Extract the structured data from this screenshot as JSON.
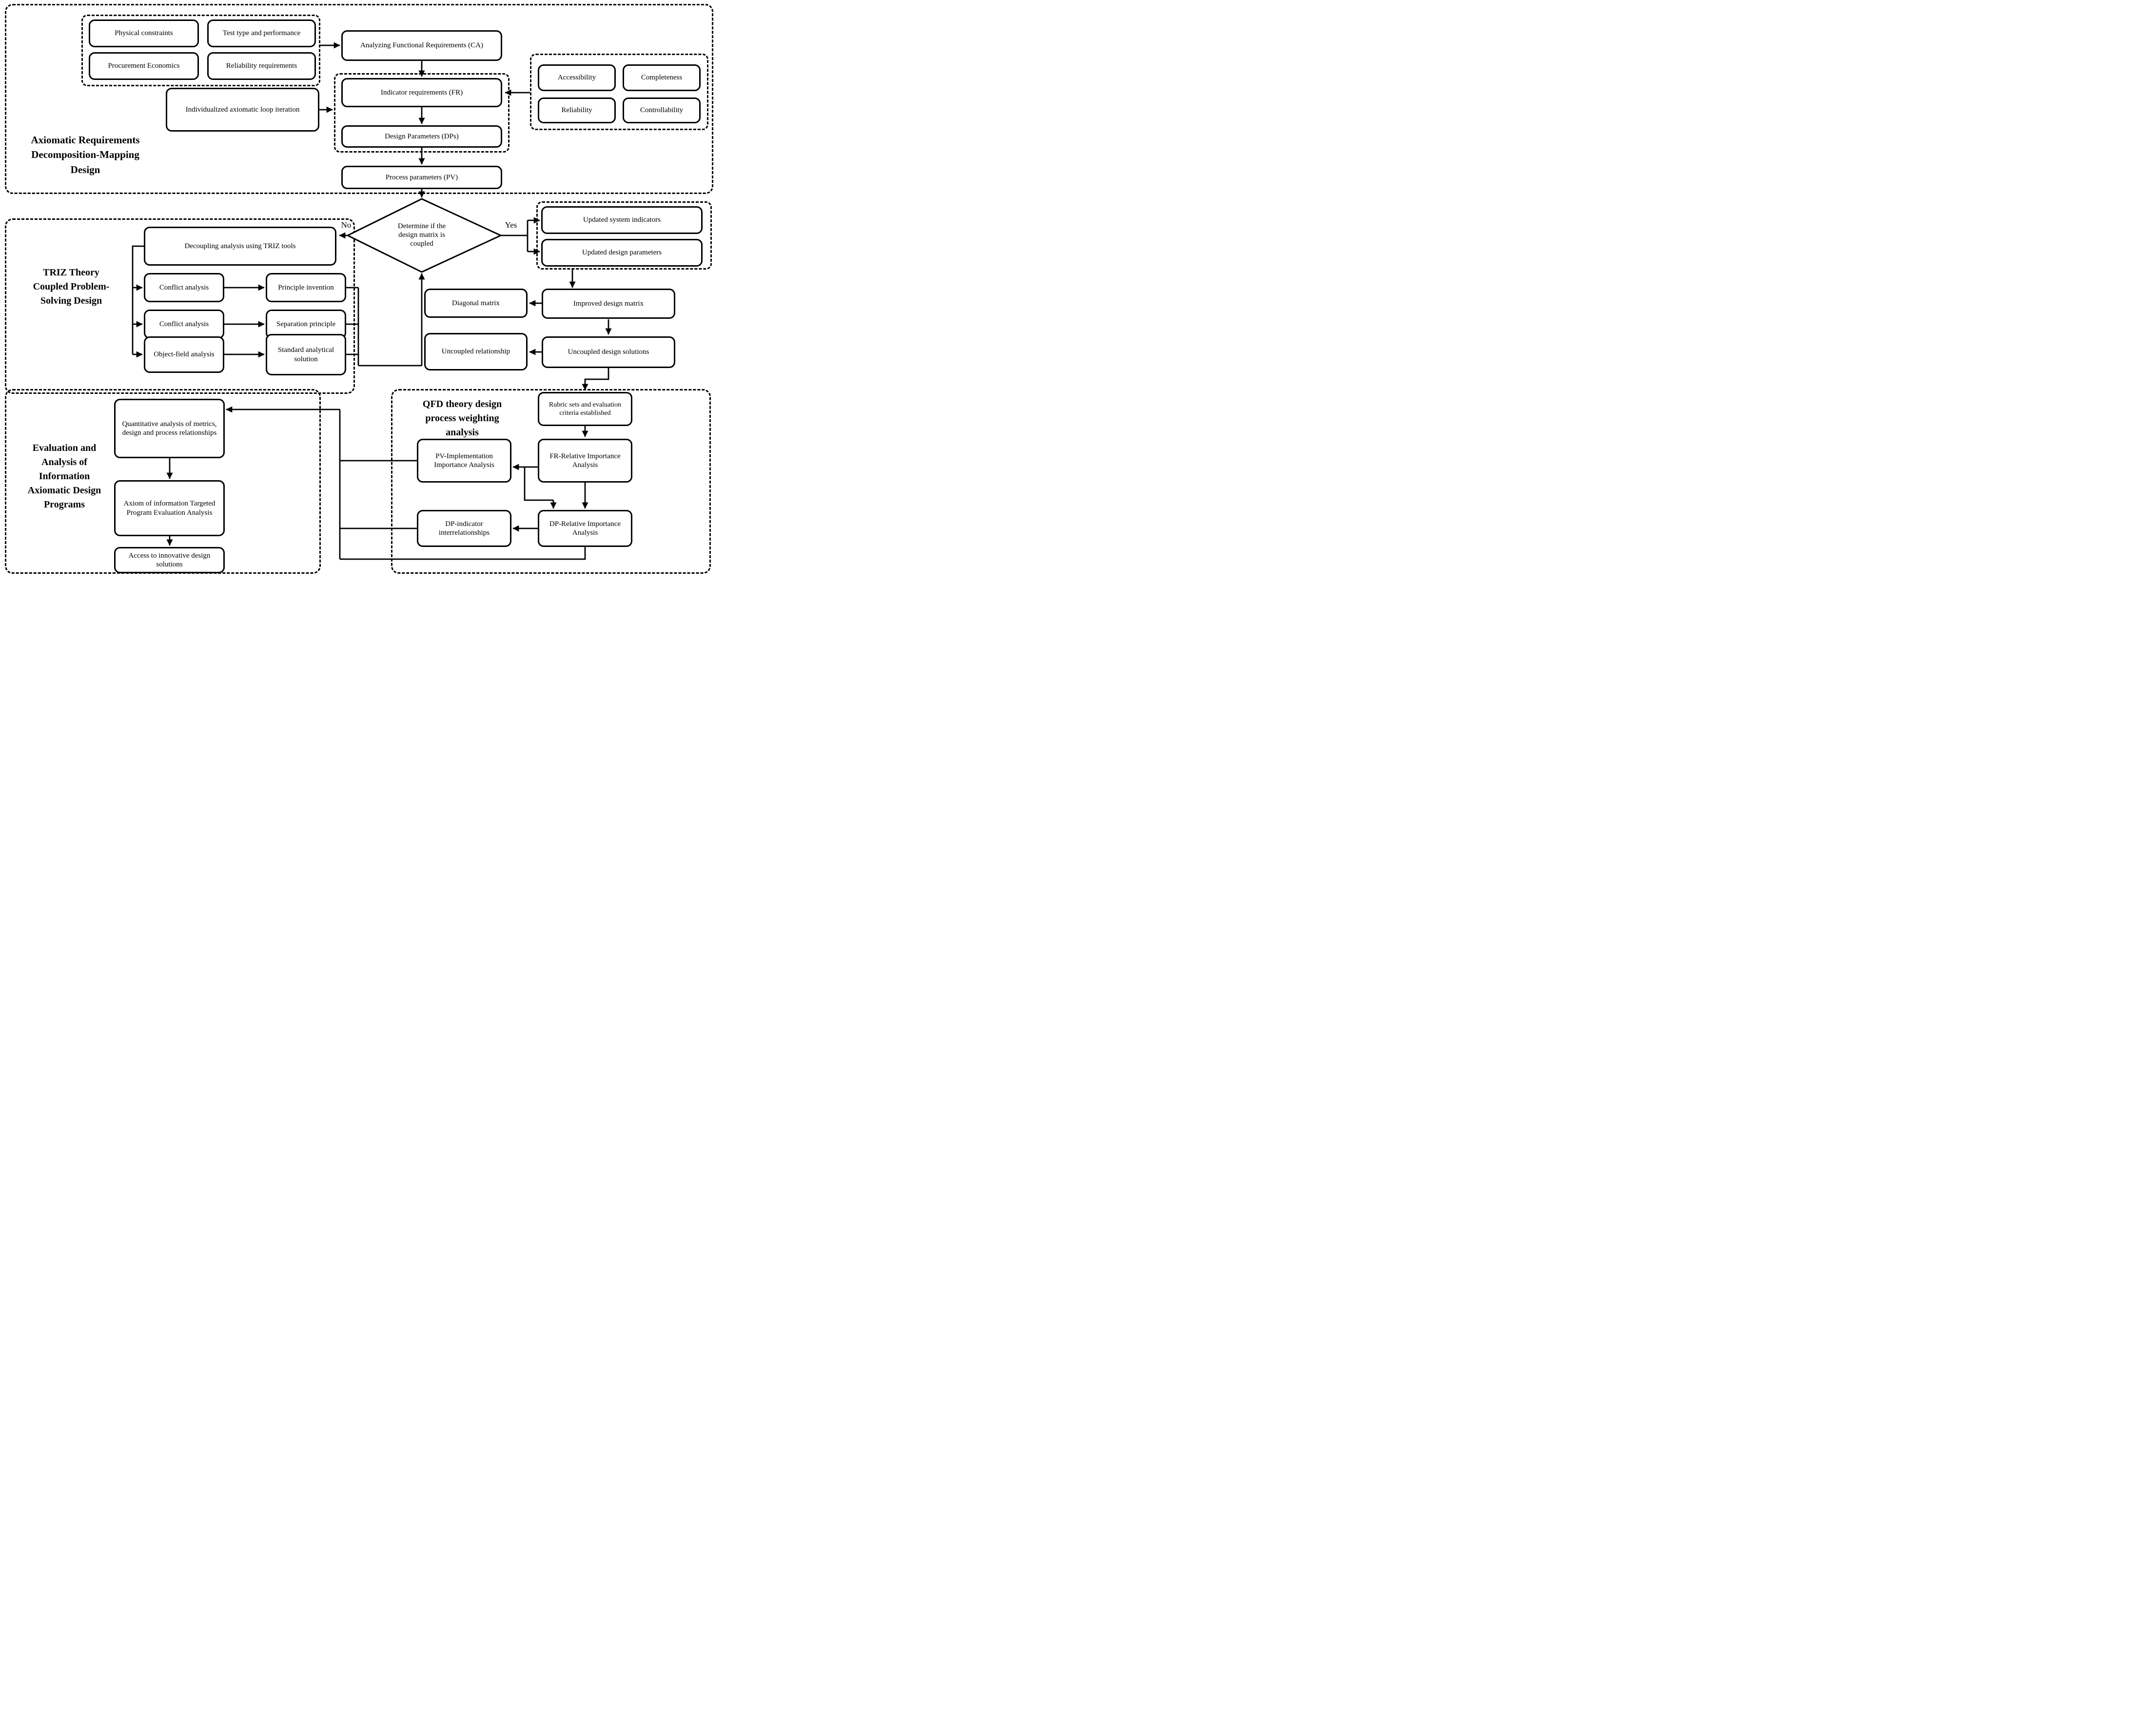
{
  "colors": {
    "ink": "#000000",
    "paper": "#ffffff"
  },
  "sections": {
    "axiomatic": {
      "label": "Axiomatic Requirements\nDecomposition-Mapping\nDesign"
    },
    "triz": {
      "label": "TRIZ Theory\nCoupled Problem-\nSolving Design"
    },
    "evaluation": {
      "label": "Evaluation and\nAnalysis of\nInformation\nAxiomatic Design\nPrograms"
    },
    "qfd": {
      "label": "QFD theory design\nprocess weighting\nanalysis"
    }
  },
  "nodes": {
    "physical_constraints": "Physical constraints",
    "test_type": "Test type and performance",
    "procurement": "Procurement Economics",
    "reliability_requirements": "Reliability requirements",
    "analyzing_fr": "Analyzing Functional Requirements (CA)",
    "accessibility": "Accessibility",
    "completeness": "Completeness",
    "reliability": "Reliability",
    "controllability": "Controllability",
    "indicator_requirements": "Indicator requirements (FR)",
    "design_parameters": "Design Parameters (DPs)",
    "individualized": "Individualized axiomatic loop iteration",
    "process_parameters": "Process parameters (PV)",
    "decoupling": "Decoupling analysis using TRIZ tools",
    "conflict_analysis_1": "Conflict analysis",
    "principle_invention": "Principle invention",
    "conflict_analysis_2": "Conflict analysis",
    "separation_principle": "Separation principle",
    "object_field": "Object-field analysis",
    "standard_solution": "Standard analytical solution",
    "updated_indicators": "Updated system indicators",
    "updated_parameters": "Updated design parameters",
    "improved_matrix": "Improved design matrix",
    "diagonal_matrix": "Diagonal matrix",
    "uncoupled_solutions": "Uncoupled design solutions",
    "uncoupled_relationship": "Uncoupled relationship",
    "rubric_sets": "Rubric sets and evaluation criteria established",
    "fr_importance": "FR-Relative Importance Analysis",
    "dp_importance": "DP-Relative Importance Analysis",
    "pv_importance": "PV-Implementation Importance Analysis",
    "dp_indicator": "DP-indicator interrelationships",
    "quantitative": "Quantitative analysis of metrics, design and process relationships",
    "axiom_information": "Axiom of information Targeted Program Evaluation Analysis",
    "access_innovative": "Access to innovative design solutions"
  },
  "decision": {
    "text": "Determine if the design matrix is coupled",
    "yes_label": "Yes",
    "no_label": "No"
  }
}
